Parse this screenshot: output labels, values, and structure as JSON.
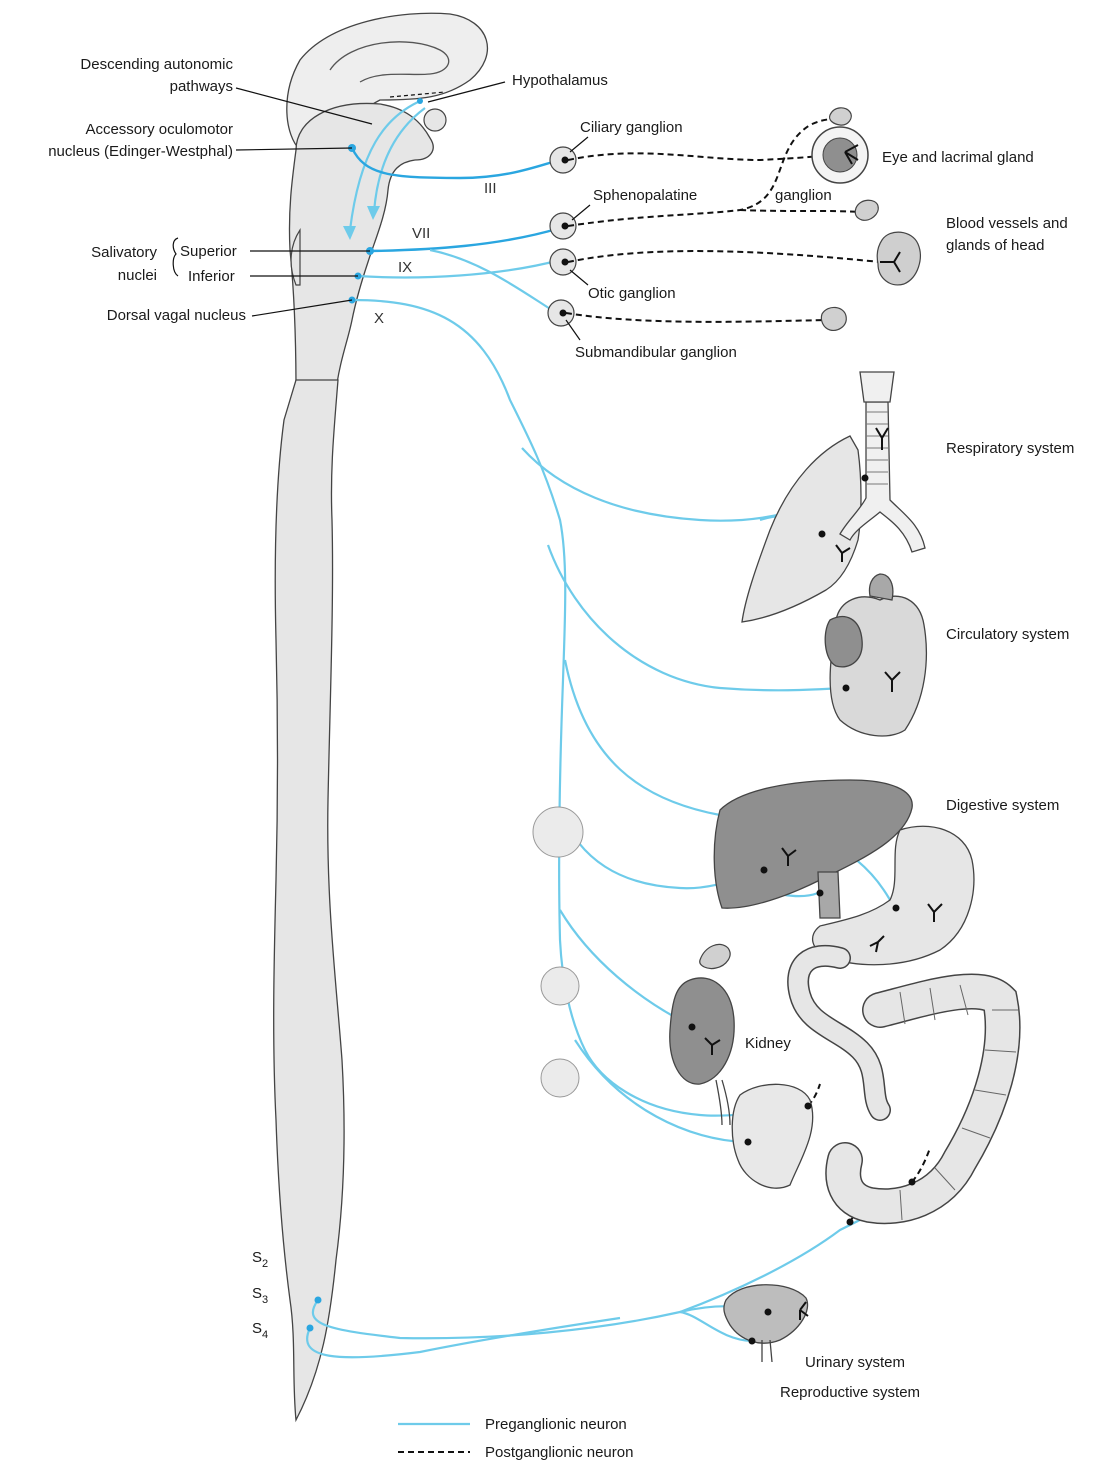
{
  "colors": {
    "preganglionic": "#6ecbea",
    "preganglionic_cranial": "#2aa6e0",
    "postganglionic": "#111111",
    "cns_fill": "#e6e6e6",
    "organ_light": "#e8e8e8",
    "organ_dark": "#8f8f8f"
  },
  "labels": {
    "descending_pathways": [
      "Descending autonomic",
      "pathways"
    ],
    "hypothalamus": "Hypothalamus",
    "accessory_oculomotor": [
      "Accessory oculomotor",
      "nucleus (Edinger-Westphal)"
    ],
    "ciliary_ganglion": "Ciliary ganglion",
    "eye": "Eye and lacrimal gland",
    "sphenopalatine": "Sphenopalatine",
    "ganglion": "ganglion",
    "blood_vessels": [
      "Blood vessels and",
      "glands of head"
    ],
    "salivatory": [
      "Salivatory",
      "nuclei"
    ],
    "superior": "Superior",
    "inferior": "Inferior",
    "otic_ganglion": "Otic ganglion",
    "dorsal_vagal": "Dorsal vagal nucleus",
    "submandibular": "Submandibular ganglion",
    "respiratory": "Respiratory system",
    "circulatory": "Circulatory system",
    "digestive": "Digestive system",
    "kidney": "Kidney",
    "urinary": "Urinary system",
    "reproductive": "Reproductive system"
  },
  "nerves": {
    "III": "III",
    "VII": "VII",
    "IX": "IX",
    "X": "X"
  },
  "sacral": {
    "s2": {
      "letter": "S",
      "sub": "2"
    },
    "s3": {
      "letter": "S",
      "sub": "3"
    },
    "s4": {
      "letter": "S",
      "sub": "4"
    }
  },
  "legend": {
    "preganglionic": "Preganglionic neuron",
    "postganglionic": "Postganglionic neuron"
  }
}
